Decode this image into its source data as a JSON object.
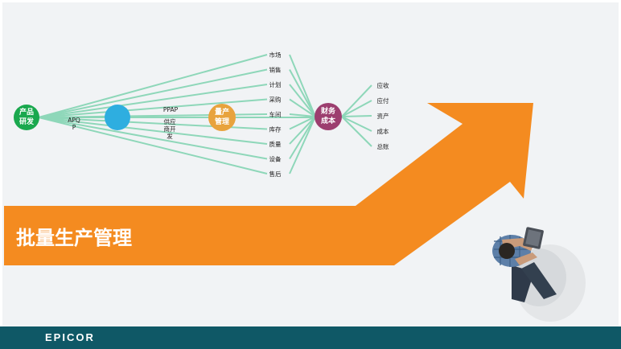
{
  "title": "批量生产管理",
  "footer": {
    "brand": "EPICOR"
  },
  "colors": {
    "orange": "#f48b20",
    "teal": "#0f5866",
    "line": "#8ed7b9",
    "green": "#1aa84e",
    "blue": "#2eaee0",
    "gold": "#e8a33d",
    "purple": "#9c3e6f"
  },
  "nodes": {
    "product_dev": "产品\n研发",
    "apqp_hub": "",
    "production": "量产\n管理",
    "finance": "财务\n成本"
  },
  "labels": {
    "apqp": "APQ\nP",
    "ppap": "PPAP",
    "supplier": "供应\n商开\n发"
  },
  "functions": [
    "市场",
    "销售",
    "计划",
    "采购",
    "车间",
    "库存",
    "质量",
    "设备",
    "售后"
  ],
  "finance_items": [
    "应收",
    "应付",
    "资产",
    "成本",
    "总账"
  ],
  "photo": {
    "icon": "person-with-tablet-icon"
  }
}
